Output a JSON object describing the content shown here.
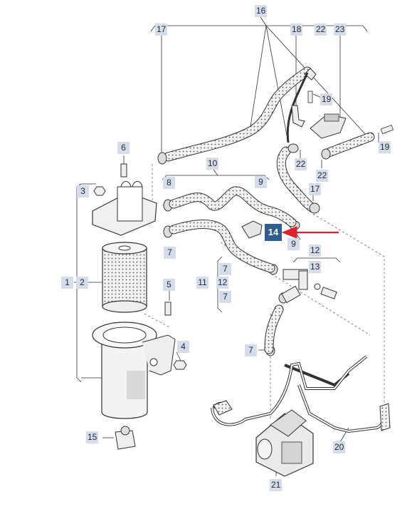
{
  "labels": {
    "l1": "1",
    "l2": "2",
    "l3": "3",
    "l4": "4",
    "l5": "5",
    "l6": "6",
    "l7a": "7",
    "l7b": "7",
    "l7c": "7",
    "l7d": "7",
    "l8": "8",
    "l9a": "9",
    "l9b": "9",
    "l10": "10",
    "l11": "11",
    "l12a": "12",
    "l12b": "12",
    "l13": "13",
    "l14": "14",
    "l15": "15",
    "l16": "16",
    "l17a": "17",
    "l17b": "17",
    "l18": "18",
    "l19a": "19",
    "l19b": "19",
    "l20": "20",
    "l21": "21",
    "l22a": "22",
    "l22b": "22",
    "l22c": "22",
    "l23": "23"
  },
  "colors": {
    "label_bg": "#d4dde9",
    "highlight_label_bg": "#2f5d8f",
    "pointer_arrow": "#e0202a",
    "line": "#333333"
  },
  "highlighted_part": "14"
}
